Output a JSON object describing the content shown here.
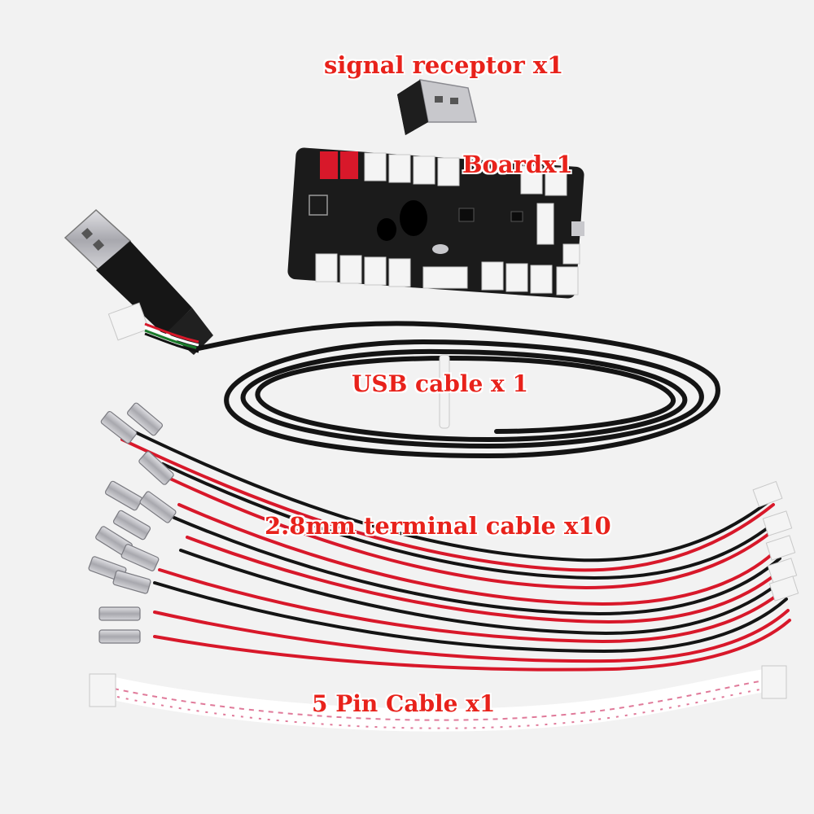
{
  "labels": {
    "receptor": "signal receptor x1",
    "board": "Boardx1",
    "usb_cable": "USB cable x 1",
    "terminal_cable": "2.8mm terminal cable x10",
    "five_pin_cable": "5 Pin  Cable x1"
  },
  "colors": {
    "background": "#f2f2f2",
    "label": "#e8221b",
    "label_outline": "#ffffff",
    "pcb": "#1b1b1b",
    "wire_red": "#d8182a",
    "wire_black": "#141414",
    "connector": "#f4f4f4",
    "terminal_metal": "#b8b8bc"
  }
}
